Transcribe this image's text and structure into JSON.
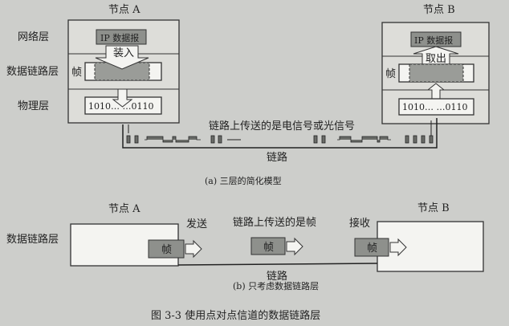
{
  "part_a": {
    "node_a": "节点 A",
    "node_b": "节点 B",
    "layers": [
      "网络层",
      "数据链路层",
      "物理层"
    ],
    "ip_datagram": "IP 数据报",
    "encapsulate": "装入",
    "extract": "取出",
    "frame": "帧",
    "bits": "1010… …0110",
    "signal_label": "链路上传送的是电信号或光信号",
    "link": "链路",
    "caption": "(a) 三层的简化模型"
  },
  "part_b": {
    "node_a": "节点 A",
    "node_b": "节点 B",
    "layer": "数据链路层",
    "send": "发送",
    "receive": "接收",
    "frame_label": "链路上传送的是帧",
    "frame": "帧",
    "link": "链路",
    "caption": "(b) 只考虑数据链路层"
  },
  "figure_caption": "图 3-3   使用点对点信道的数据链路层"
}
